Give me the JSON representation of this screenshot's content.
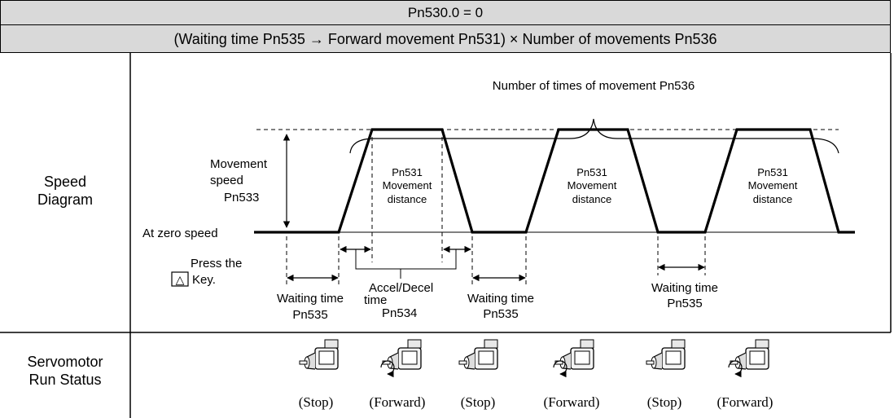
{
  "header": {
    "title": "Pn530.0 = 0",
    "subtitle": "(Waiting time Pn535 → Forward movement Pn531) × Number of movements Pn536"
  },
  "rows": {
    "speed_diagram": {
      "line1": "Speed",
      "line2": "Diagram"
    },
    "run_status": {
      "line1": "Servomotor",
      "line2": "Run Status"
    }
  },
  "diagram": {
    "times_label": "Number of times of movement Pn536",
    "movement_speed": [
      "Movement",
      "speed",
      "Pn533"
    ],
    "zero_speed": "At zero speed",
    "press_key": [
      "Press the",
      "Key."
    ],
    "key_symbol": "△",
    "movement_distance": [
      "Pn531",
      "Movement",
      "distance"
    ],
    "waiting_time": [
      "Waiting time",
      "Pn535"
    ],
    "accel_decel": [
      "Accel/Decel",
      "time",
      "Pn534"
    ]
  },
  "motor_states": [
    "(Stop)",
    "(Forward)",
    "(Stop)",
    "(Forward)",
    "(Stop)",
    "(Forward)"
  ]
}
